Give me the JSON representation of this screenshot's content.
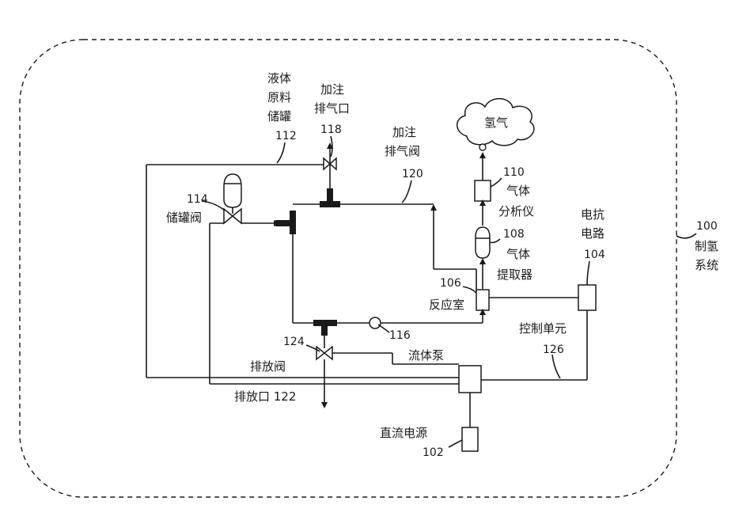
{
  "labels": {
    "system": [
      "100",
      "制氢",
      "系统"
    ],
    "tank": [
      "液体",
      "原料",
      "储罐",
      "112"
    ],
    "fill_vent_port": [
      "加注",
      "排气口",
      "118"
    ],
    "fill_vent_valve": [
      "加注",
      "排气阀",
      "120"
    ],
    "hydrogen": "氢气",
    "gas_analyzer": [
      "110",
      "气体",
      "分析仪"
    ],
    "impedance_circuit": [
      "电抗",
      "电路",
      "104"
    ],
    "gas_extractor": [
      "108",
      "气体",
      "提取器"
    ],
    "tank_valve": [
      "114",
      "储罐阀"
    ],
    "reaction_chamber": [
      "106",
      "反应室"
    ],
    "fluid_pump": [
      "116",
      "流体泵"
    ],
    "control_unit": [
      "控制单元",
      "126"
    ],
    "drain_valve": [
      "124",
      "排放阀"
    ],
    "drain_port": "排放口 122",
    "dc_power": [
      "直流电源",
      "102"
    ]
  }
}
